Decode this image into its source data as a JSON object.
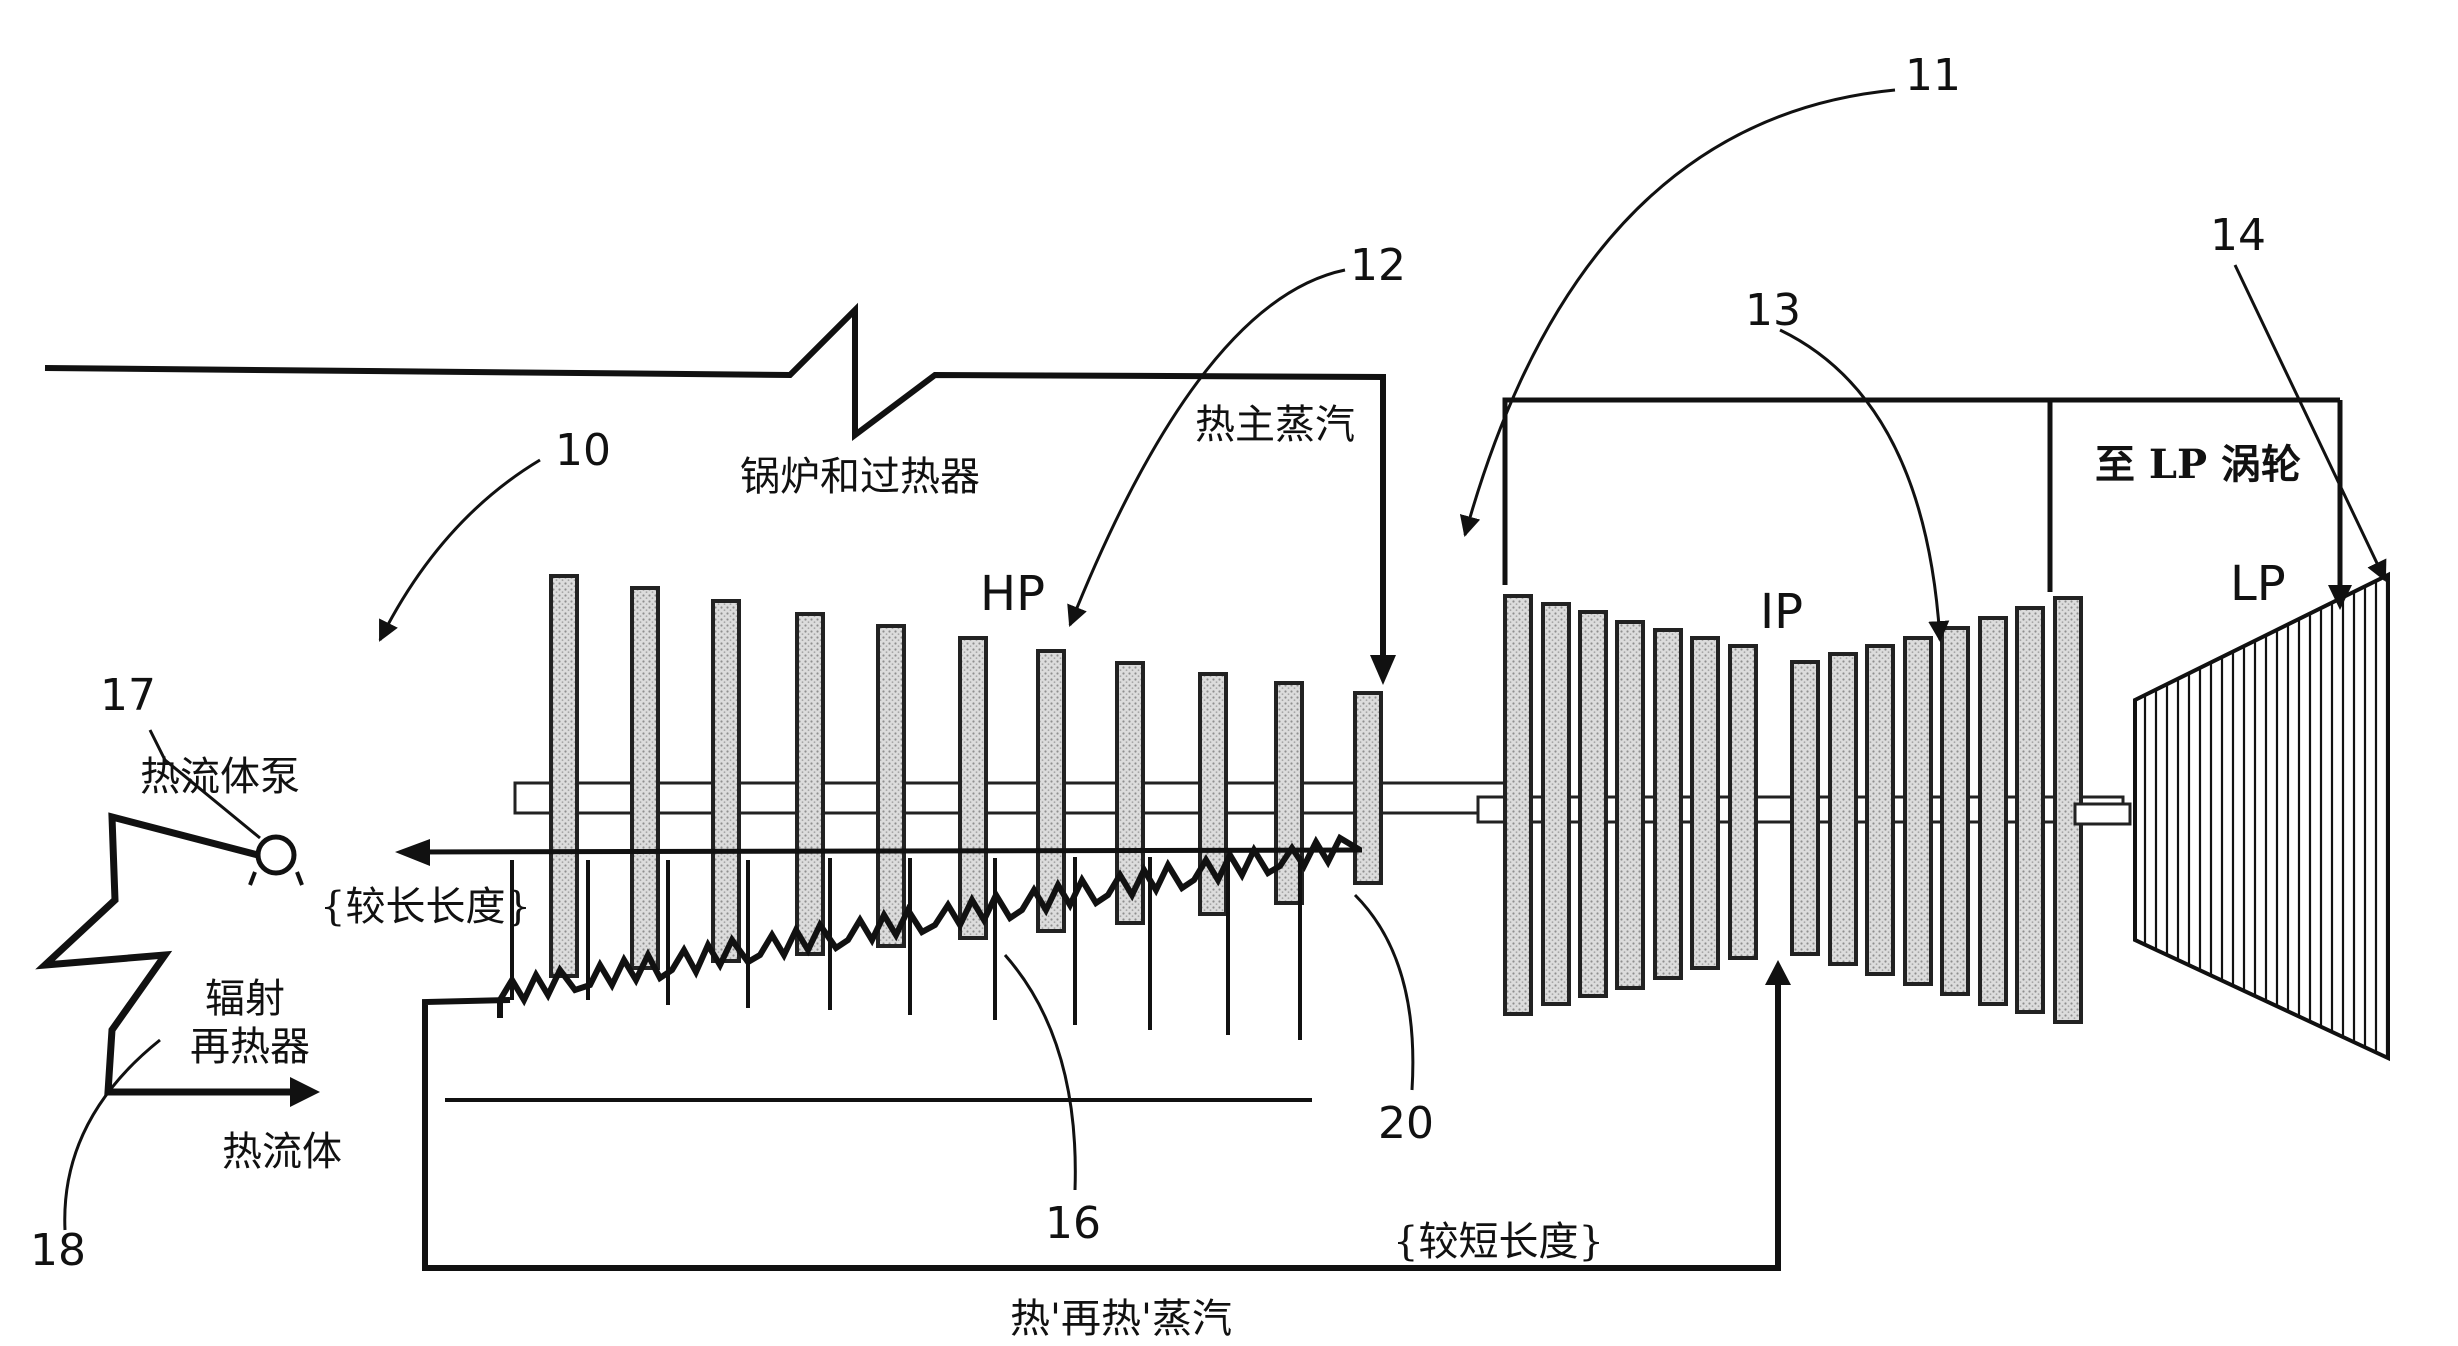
{
  "reference_numerals": {
    "n10": "10",
    "n11": "11",
    "n12": "12",
    "n13": "13",
    "n14": "14",
    "n16": "16",
    "n17": "17",
    "n18": "18",
    "n20": "20"
  },
  "labels": {
    "boiler": "锅炉和过热器",
    "hot_main_steam": "热主蒸汽",
    "to_lp": "至 LP 涡轮",
    "hp": "HP",
    "ip": "IP",
    "lp": "LP",
    "pump": "热流体泵",
    "longer_length": "{较长长度}",
    "radiant_reheater_line1": "辐射",
    "radiant_reheater_line2": "再热器",
    "hot_fluid": "热流体",
    "shorter_length": "{较短长度}",
    "hot_reheat_steam": "热'再热'蒸汽"
  },
  "colors": {
    "line": "#111111",
    "blade_dots": "#9a9a9a",
    "background": "#ffffff"
  }
}
